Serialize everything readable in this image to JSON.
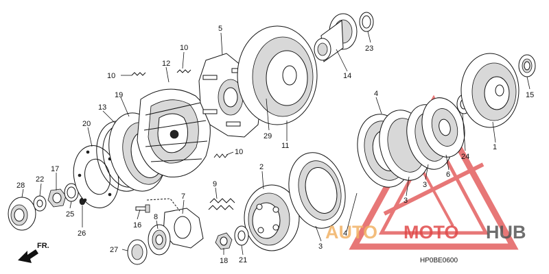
{
  "diagram": {
    "code": "HP0BE0600",
    "fr_label": "FR.",
    "watermark": {
      "word1": "AUTO",
      "word2": "MOTO",
      "word3": "HUB",
      "color_orange": "#f2b266",
      "color_red": "#e04a4a",
      "color_gray": "#555555"
    },
    "callouts": [
      {
        "id": "c1",
        "label": "1"
      },
      {
        "id": "c2",
        "label": "2"
      },
      {
        "id": "c3a",
        "label": "3"
      },
      {
        "id": "c3b",
        "label": "3"
      },
      {
        "id": "c3c",
        "label": "3"
      },
      {
        "id": "c4a",
        "label": "4"
      },
      {
        "id": "c4b",
        "label": "4"
      },
      {
        "id": "c5",
        "label": "5"
      },
      {
        "id": "c6",
        "label": "6"
      },
      {
        "id": "c7",
        "label": "7"
      },
      {
        "id": "c8",
        "label": "8"
      },
      {
        "id": "c9",
        "label": "9"
      },
      {
        "id": "c10a",
        "label": "10"
      },
      {
        "id": "c10b",
        "label": "10"
      },
      {
        "id": "c10c",
        "label": "10"
      },
      {
        "id": "c11",
        "label": "11"
      },
      {
        "id": "c12",
        "label": "12"
      },
      {
        "id": "c13",
        "label": "13"
      },
      {
        "id": "c14",
        "label": "14"
      },
      {
        "id": "c15",
        "label": "15"
      },
      {
        "id": "c16",
        "label": "16"
      },
      {
        "id": "c17",
        "label": "17"
      },
      {
        "id": "c18",
        "label": "18"
      },
      {
        "id": "c19",
        "label": "19"
      },
      {
        "id": "c20",
        "label": "20"
      },
      {
        "id": "c21",
        "label": "21"
      },
      {
        "id": "c22",
        "label": "22"
      },
      {
        "id": "c23",
        "label": "23"
      },
      {
        "id": "c24",
        "label": "24"
      },
      {
        "id": "c25",
        "label": "25"
      },
      {
        "id": "c26",
        "label": "26"
      },
      {
        "id": "c27",
        "label": "27"
      },
      {
        "id": "c28",
        "label": "28"
      },
      {
        "id": "c29",
        "label": "29"
      }
    ]
  }
}
